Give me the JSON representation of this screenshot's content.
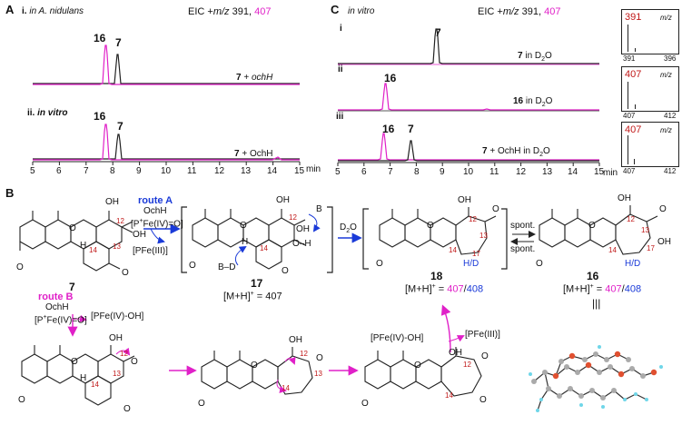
{
  "panelA": {
    "label": "A",
    "eic_prefix": "EIC +",
    "eic_mz": "m/z",
    "eic_v1": "391, ",
    "eic_v2": "407",
    "sub_i": "i.",
    "sub_i_text": "in A. nidulans",
    "sub_ii": "ii.",
    "sub_ii_text": "in vitro",
    "trace_i_label": "7 + ",
    "trace_i_label_it": "ochH",
    "trace_ii_label": "7 + OchH",
    "peak16": "16",
    "peak7": "7",
    "axis_unit": "min",
    "ticks": [
      "5",
      "6",
      "7",
      "8",
      "9",
      "10",
      "11",
      "12",
      "13",
      "14",
      "15"
    ]
  },
  "panelC": {
    "label": "C",
    "sub_title": "in vitro",
    "eic_prefix": "EIC +",
    "eic_mz": "m/z",
    "eic_v1": "391, ",
    "eic_v2": "407",
    "row_i": "i",
    "row_ii": "ii",
    "row_iii": "iii",
    "trace_i_label": "7 in D",
    "trace_ii_label": "16 in D",
    "trace_iii_label": "7 + OchH in D",
    "sub2": "2",
    "water_O": "O",
    "peak16": "16",
    "peak7": "7",
    "axis_unit": "min",
    "ticks": [
      "5",
      "6",
      "7",
      "8",
      "9",
      "10",
      "11",
      "12",
      "13",
      "14",
      "15"
    ],
    "ms": [
      {
        "top": "391",
        "lo": "391",
        "hi": "396",
        "unit": "m/z"
      },
      {
        "top": "407",
        "lo": "407",
        "hi": "412",
        "unit": "m/z"
      },
      {
        "top": "407",
        "lo": "407",
        "hi": "412",
        "unit": "m/z"
      }
    ]
  },
  "panelB": {
    "label": "B",
    "routeA": "route A",
    "routeA_enzyme": "OchH",
    "routeA_ox": "[P",
    "routeA_ox2": "Fe(IV)=O]",
    "routeA_red": "[PFe(III)]",
    "routeB": "route B",
    "routeB_enzyme": "OchH",
    "routeB_ox": "[P",
    "routeB_ox2": "Fe(IV)=O]",
    "routeB_red": "[PFe(IV)-OH]",
    "d2o": "D",
    "d2o_sub": "2",
    "d2o_O": "O",
    "spont1": "spont.",
    "spont2": "spont.",
    "pfe_iv_oh": "[PFe(IV)-OH]",
    "pfe_iii": "[PFe(III)]",
    "cmpd7": "7",
    "cmpd17": "17",
    "cmpd18": "18",
    "cmpd16": "16",
    "mh17_pre": "[M+H]",
    "mh17_post": " = 407",
    "mh18_pre": "[M+H]",
    "mh18_eq": " = ",
    "mh18_a": "407",
    "mh18_sep": "/",
    "mh18_b": "408",
    "mh16_pre": "[M+H]",
    "mh16_eq": " = ",
    "mh16_a": "407",
    "mh16_sep": "/",
    "mh16_b": "408",
    "plus": "+",
    "HD": "H/D",
    "BD": "B–D",
    "B": "B",
    "D": "D",
    "equiv": "|||",
    "atoms": {
      "OH": "OH",
      "O": "O",
      "H": "H",
      "c12": "12",
      "c13": "13",
      "c14": "14",
      "c17": "17",
      "O_minus": "O"
    }
  }
}
